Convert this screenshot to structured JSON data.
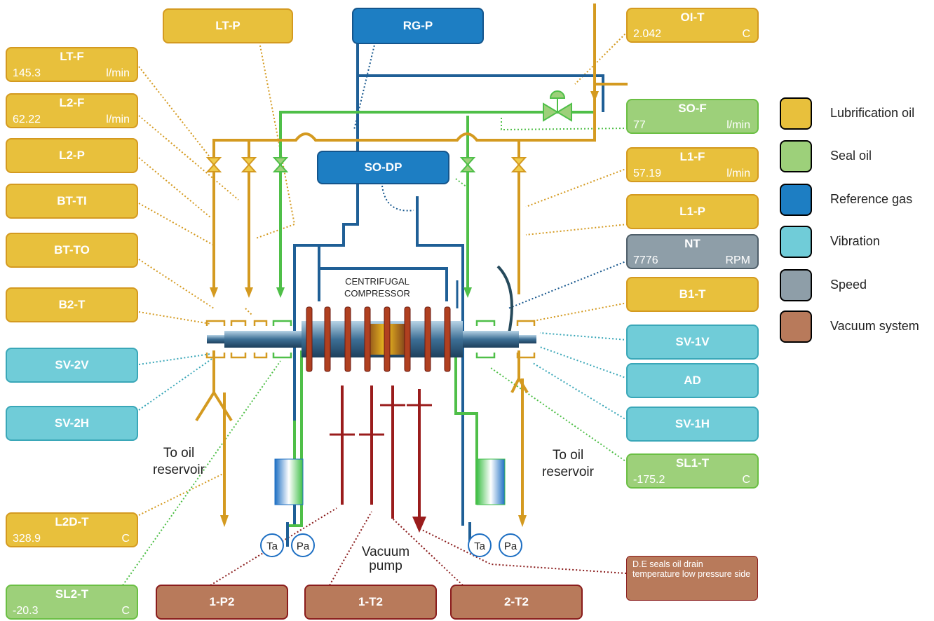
{
  "colors": {
    "lube_oil": "#d49a20",
    "seal_oil": "#4fbf48",
    "reference_gas": "#14558c",
    "vibration": "#3aa7b8",
    "speed": "#4f5f6a",
    "vacuum": "#8a1c1c"
  },
  "tags": {
    "lt_p": {
      "name": "LT-P"
    },
    "rg_p": {
      "name": "RG-P"
    },
    "oi_t": {
      "name": "OI-T",
      "value": "2.042",
      "unit": "C"
    },
    "lt_f": {
      "name": "LT-F",
      "value": "145.3",
      "unit": "l/min"
    },
    "l2_f": {
      "name": "L2-F",
      "value": "62.22",
      "unit": "l/min"
    },
    "so_f": {
      "name": "SO-F",
      "value": "77",
      "unit": "l/min"
    },
    "l2_p": {
      "name": "L2-P"
    },
    "so_dp": {
      "name": "SO-DP"
    },
    "l1_f": {
      "name": "L1-F",
      "value": "57.19",
      "unit": "l/min"
    },
    "bt_ti": {
      "name": "BT-TI"
    },
    "l1_p": {
      "name": "L1-P"
    },
    "bt_to": {
      "name": "BT-TO"
    },
    "nt": {
      "name": "NT",
      "value": "7776",
      "unit": "RPM"
    },
    "b2_t": {
      "name": "B2-T"
    },
    "b1_t": {
      "name": "B1-T"
    },
    "sv_1v": {
      "name": "SV-1V"
    },
    "sv_2v": {
      "name": "SV-2V"
    },
    "ad": {
      "name": "AD"
    },
    "sv_2h": {
      "name": "SV-2H"
    },
    "sv_1h": {
      "name": "SV-1H"
    },
    "sl1_t": {
      "name": "SL1-T",
      "value": "-175.2",
      "unit": "C"
    },
    "l2d_t": {
      "name": "L2D-T",
      "value": "328.9",
      "unit": "C"
    },
    "sl2_t": {
      "name": "SL2-T",
      "value": "-20.3",
      "unit": "C"
    },
    "p1_p2": {
      "name": "1-P2"
    },
    "p1_t2": {
      "name": "1-T2"
    },
    "p2_t2": {
      "name": "2-T2"
    }
  },
  "note": "D.E seals oil drain temperature low pressure side",
  "labels": {
    "compressor_line1": "CENTRIFUGAL",
    "compressor_line2": "COMPRESSOR",
    "reservoir_left_1": "To oil",
    "reservoir_left_2": "reservoir",
    "reservoir_right_1": "To oil",
    "reservoir_right_2": "reservoir",
    "vacuum_pump_1": "Vacuum",
    "vacuum_pump_2": "pump",
    "ta": "Ta",
    "pa": "Pa"
  },
  "legend": [
    {
      "label": "Lubrification oil",
      "category": "lube"
    },
    {
      "label": "Seal oil",
      "category": "seal"
    },
    {
      "label": "Reference gas",
      "category": "ref"
    },
    {
      "label": "Vibration",
      "category": "vib"
    },
    {
      "label": "Speed",
      "category": "speed"
    },
    {
      "label": "Vacuum system",
      "category": "vac"
    }
  ]
}
